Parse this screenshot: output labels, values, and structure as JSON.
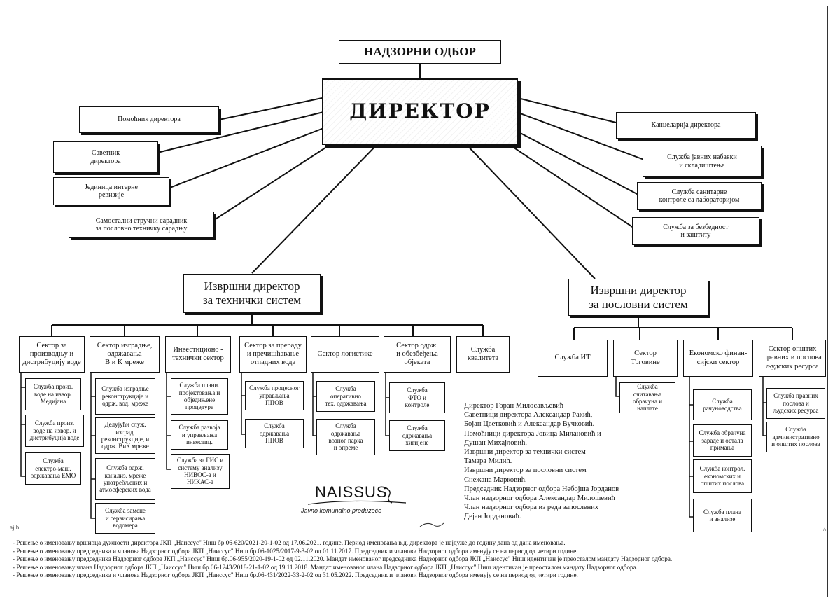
{
  "supervisory_board": "НАДЗОРНИ ОДБОР",
  "director": "ДИРЕКТОР",
  "left_units": [
    "Помоћник директора",
    "Саветник\nдиректора",
    "Јединица интерне\nревизије",
    "Самостални стручни сарадник\nза пословно техничку сарадњу"
  ],
  "right_units": [
    "Канцеларија директора",
    "Служба јавних набавки\nи складиштења",
    "Служба санитарне\nконтроле са лабораторијом",
    "Служба за безбедност\nи заштиту"
  ],
  "exec_technical": "Извршни директор\nза технички систем",
  "exec_business": "Извршни директор\nза пословни систем",
  "tech_sectors": [
    {
      "name": "Сектор за\nпроизводњу и\nдистрибуцију воде",
      "services": [
        "Служба произ.\nводе на извор.\nМедијана",
        "Служба произ.\nводе на извор. и\nдистрибуција воде",
        "Служба\nелектро-маш.\nодржавања ЕМО"
      ]
    },
    {
      "name": "Сектор изградње,\nодржавања\nВ и К мреже",
      "services": [
        "Служба изградње\nреконструкције и\nодрж. вод. мреже",
        "Делујући служ.\nизград.\nреконструкције, и\nодрж. ВиК мреже",
        "Служба одрж.\nканализ. мреже\nупотребљених и\nатмосферских вода",
        "Служба замене\nи сервисирања\nводомера"
      ]
    },
    {
      "name": "Инвестиционо -\nтехнички сектор",
      "services": [
        "Служба плани.\nпројектовања и\nобједињене\nпроцедуре",
        "Служба развоја\nи управљања\nинвестиц.",
        "Служба за ГИС и\nсистему анализу\nНИВОС-а и\nНИКАС-а"
      ]
    },
    {
      "name": "Сектор за прераду\nи пречишћавање\nотпадних вода",
      "services": [
        "Служба процесног\nуправљања\nППОВ",
        "Служба\nодржавања\nППОВ"
      ]
    },
    {
      "name": "Сектор логистике",
      "services": [
        "Служба\nоперативно\nтех. одржавања",
        "Служба\nодржавања\nвозног парка\nи опреме"
      ]
    },
    {
      "name": "Сектор одрж.\nи обезбеђења\nобјеката",
      "services": [
        "Служба\nФТО и\nконтроле",
        "Служба\nодржавања\nхигијене"
      ]
    },
    {
      "name": "Служба\nквалитета",
      "services": []
    }
  ],
  "biz_sectors": [
    {
      "name": "Служба ИТ",
      "services": []
    },
    {
      "name": "Сектор\nТрговине",
      "services": [
        "Служба очитавања\nобрачуна и\nнаплате"
      ]
    },
    {
      "name": "Економско финан-\nсијски сектор",
      "services": [
        "Служба\nрачуноводства",
        "Служба обрачуна\nзараде и остала\nпримања",
        "Служба контрол.\nекономских и\nопштих послова",
        "Служба плана\nи анализе"
      ]
    },
    {
      "name": "Сектор општих\nправних и послова\nљудских ресурса",
      "services": [
        "Служба правних\nпослова и\nљудских ресурса",
        "Служба\nадминистративно\nи општих послова"
      ]
    }
  ],
  "staff_list": [
    "Директор Горан Милосављевић",
    "Саветници директора Александар Ракић,",
    "Бојан Цветковић и Александар Вучковић.",
    "Помоћници директора Јовица Милановић и",
    "Душан Михајловић.",
    "Извршни директор за технички систем",
    "Тамара Милић.",
    "Извршни директор за пословни систем",
    "Снежана Марковић.",
    "Председник Надзорног одбора Небојша Јорданов",
    "Члан надзорног одбора Александар Милошевић",
    "Члан надзорног одбора из реда запослених",
    "Дејан Јордановић."
  ],
  "logo": {
    "name": "NAISSUS",
    "subtitle": "Javno komunalno preduzeće"
  },
  "footnotes": [
    "- Решење о именовању вршиоца дужности директора ЈКП „Наиссус\" Ниш бр.06-620/2021-20-1-02 од 17.06.2021. године. Период именовања в.д. директора је најдуже до годину дана од дана именовања.",
    "- Решење о именовању председника и чланова Надзорног одбора ЈКП „Наиссус\" Ниш бр.06-1025/2017-9-3-02 од 01.11.2017. Председник и чланови Надзорног одбора именују се на период од четири године.",
    "- Решење о именовању председника Надзорног одбора ЈКП „Наиссус\" Ниш бр.06-955/2020-19-1-02 од 02.11.2020. Мандат именованог председника Надзорног одбора ЈКП „Наиссус\" Ниш идентичан је преосталом мандату Надзорног одбора.",
    "- Решење о именовању члана Надзорног одбора ЈКП „Наиссус\" Ниш бр.06-1243/2018-21-1-02 од 19.11.2018. Мандат именованог члана Надзорног одбора ЈКП „Наиссус\" Ниш идентичан је преосталом мандату Надзорног одбора.",
    "- Решење о именовању председника и чланова Надзорног одбора ЈКП „Наиссус\" Ниш бр.06-431/2022-33-2-02 од 31.05.2022. Председник и чланови Надзорног одбора именују се на период од четири године."
  ],
  "marks": {
    "left": "ај h.",
    "right": "^"
  }
}
